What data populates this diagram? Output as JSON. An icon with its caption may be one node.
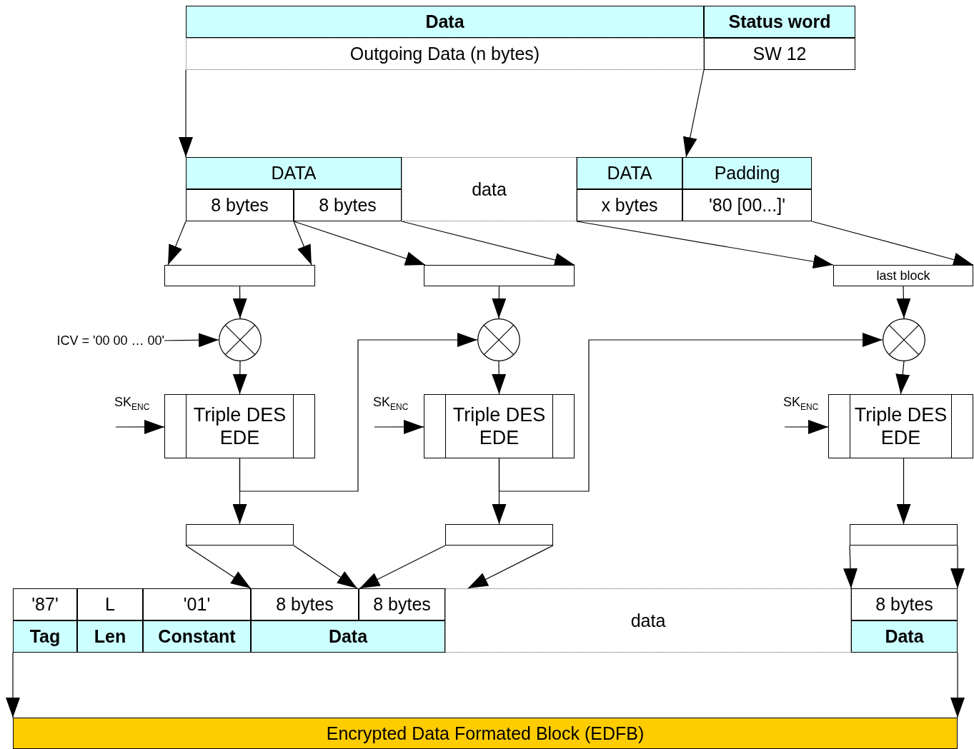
{
  "diagram": {
    "nodes": [
      {
        "text": [
          "Data"
        ]
      },
      {
        "text": [
          "Status word"
        ]
      },
      {
        "text": [
          "Outgoing Data (n bytes)"
        ]
      },
      {
        "text": [
          "SW 12"
        ]
      },
      {
        "text": [
          "DATA"
        ]
      },
      {
        "text": [
          "data"
        ]
      },
      {
        "text": [
          "DATA"
        ]
      },
      {
        "text": [
          "Padding"
        ]
      },
      {
        "text": [
          "8 bytes"
        ]
      },
      {
        "text": [
          "8 bytes"
        ]
      },
      {
        "text": [
          "x bytes"
        ]
      },
      {
        "text": [
          "'80 [00...]'"
        ]
      },
      {
        "text": [],
        "shape": "box"
      },
      {
        "text": [],
        "shape": "box"
      },
      {
        "text": [
          "last block"
        ]
      },
      {
        "text": [
          "ICV = '00 00 … 00'"
        ]
      },
      {
        "text": [],
        "shape": "circle"
      },
      {
        "text": [],
        "shape": "circle"
      },
      {
        "text": [],
        "shape": "circle"
      },
      {
        "text": [
          "Triple DES EDE"
        ]
      },
      {
        "text": [
          "Triple DES EDE"
        ]
      },
      {
        "text": [
          "Triple DES EDE"
        ]
      },
      {
        "text": [],
        "shape": "box"
      },
      {
        "text": [],
        "shape": "box"
      },
      {
        "text": [],
        "shape": "box"
      },
      {
        "text": [
          "'87'"
        ]
      },
      {
        "text": [
          "L"
        ]
      },
      {
        "text": [
          "'01'"
        ]
      },
      {
        "text": [
          "8 bytes"
        ]
      },
      {
        "text": [
          "8 bytes"
        ]
      },
      {
        "text": [
          "data"
        ]
      },
      {
        "text": [
          "8 bytes"
        ]
      },
      {
        "text": [
          "Tag"
        ]
      },
      {
        "text": [
          "Len"
        ]
      },
      {
        "text": [
          "Constant"
        ]
      },
      {
        "text": [
          "Data"
        ]
      },
      {
        "text": [
          "Data"
        ]
      },
      {
        "text": [
          "Encrypted Data Formated Block (EDFB)"
        ]
      }
    ],
    "edges": [
      {
        "from": 2,
        "to": 4,
        "arrow": "to"
      },
      {
        "from": 3,
        "to": 7,
        "arrow": "to"
      },
      {
        "from": 8,
        "to": 12,
        "arrow": "to"
      },
      {
        "from": 8,
        "to": 12,
        "arrow": "to"
      },
      {
        "from": 9,
        "to": 13,
        "arrow": "to"
      },
      {
        "from": 9,
        "to": 13,
        "arrow": "to"
      },
      {
        "from": 10,
        "to": 14,
        "arrow": "to"
      },
      {
        "from": 11,
        "to": 14,
        "arrow": "to"
      },
      {
        "from": 12,
        "to": 16,
        "arrow": "to"
      },
      {
        "from": 13,
        "to": 17,
        "arrow": "to"
      },
      {
        "from": 14,
        "to": 18,
        "arrow": "to"
      },
      {
        "from": 15,
        "to": 16,
        "arrow": "to"
      },
      {
        "from": 16,
        "to": 19,
        "arrow": "to"
      },
      {
        "from": 17,
        "to": 20,
        "arrow": "to"
      },
      {
        "from": 18,
        "to": 21,
        "arrow": "to"
      },
      {
        "from": null,
        "to": 19,
        "arrow": "to"
      },
      {
        "from": null,
        "to": 20,
        "arrow": "to"
      },
      {
        "from": null,
        "to": 21,
        "arrow": "to"
      },
      {
        "from": 19,
        "to": 22,
        "arrow": "to"
      },
      {
        "from": 19,
        "to": 17,
        "arrow": "to"
      },
      {
        "from": 20,
        "to": 23,
        "arrow": "to"
      },
      {
        "from": 20,
        "to": 18,
        "arrow": "to"
      },
      {
        "from": 21,
        "to": 24,
        "arrow": "to"
      },
      {
        "from": 22,
        "to": 28,
        "arrow": "to"
      },
      {
        "from": 22,
        "to": 28,
        "arrow": "to"
      },
      {
        "from": 23,
        "to": 29,
        "arrow": "to"
      },
      {
        "from": 23,
        "to": 30,
        "arrow": "to"
      },
      {
        "from": 24,
        "to": 31,
        "arrow": "to"
      },
      {
        "from": 24,
        "to": 31,
        "arrow": "to"
      },
      {
        "from": 32,
        "to": 37,
        "arrow": "to"
      },
      {
        "from": 36,
        "to": 37,
        "arrow": "to"
      }
    ],
    "labels": [
      "SK$_{ENC}$",
      "SK$_{ENC}$",
      "SK$_{ENC}$"
    ]
  }
}
